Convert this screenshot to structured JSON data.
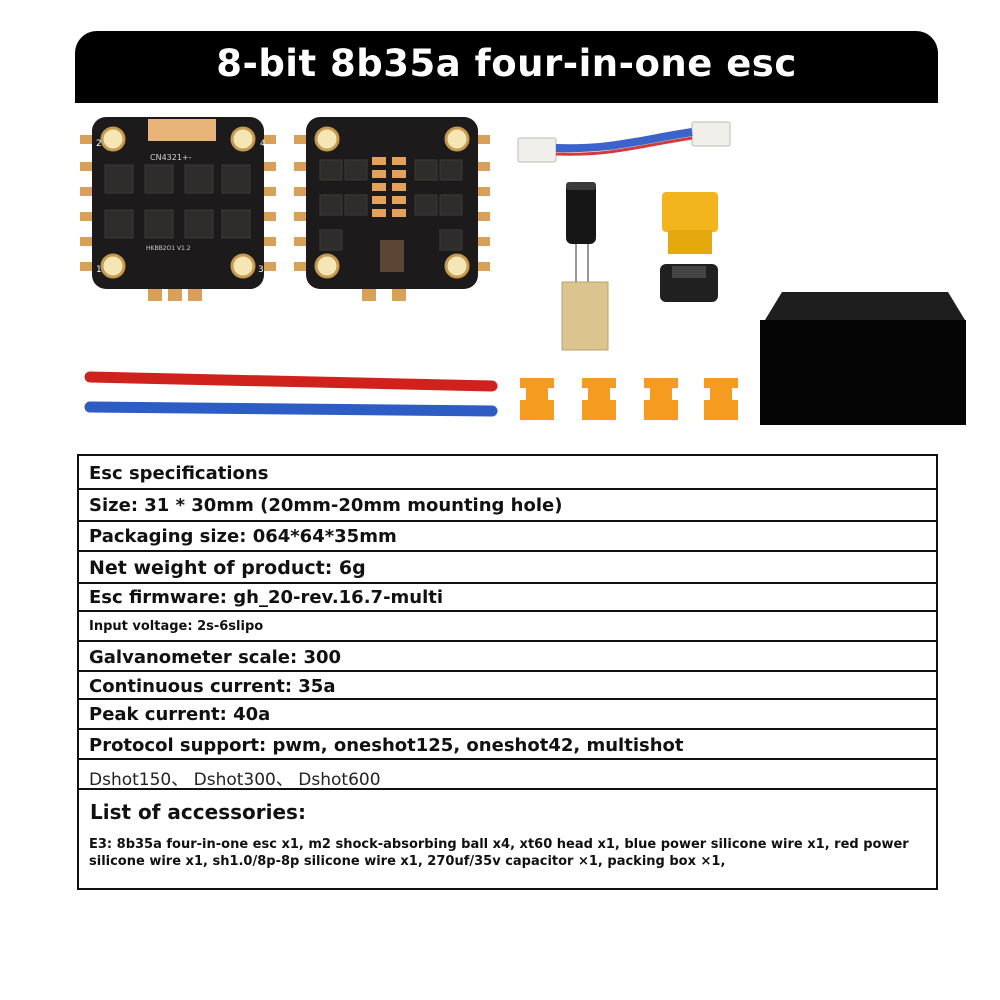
{
  "header": {
    "title": "8-bit 8b35a four-in-one esc"
  },
  "board_front": {
    "silk_cn": "CN4321+-",
    "silk_model": "HKBB2O1 V1.2",
    "corner_labels": [
      "1",
      "2",
      "3",
      "4"
    ]
  },
  "specs": {
    "heading": "Esc specifications",
    "size": "Size: 31 * 30mm (20mm-20mm mounting hole)",
    "packaging": "Packaging size: 064*64*35mm",
    "weight": "Net weight of product: 6g",
    "firmware": "Esc firmware: gh_20-rev.16.7-multi",
    "input_voltage": "Input voltage: 2s-6slipo",
    "galvanometer": "Galvanometer scale: 300",
    "continuous": "Continuous current: 35a",
    "peak": "Peak current: 40a",
    "protocol": "Protocol support: pwm, oneshot125, oneshot42, multishot",
    "dshot": "Dshot150、 Dshot300、 Dshot600"
  },
  "accessories": {
    "title": "List of accessories:",
    "text": "E3: 8b35a four-in-one esc x1, m2 shock-absorbing ball x4, xt60 head x1, blue power silicone wire x1, red power silicone wire x1, sh1.0/8p-8p silicone wire x1, 270uf/35v capacitor ×1, packing box ×1,"
  }
}
